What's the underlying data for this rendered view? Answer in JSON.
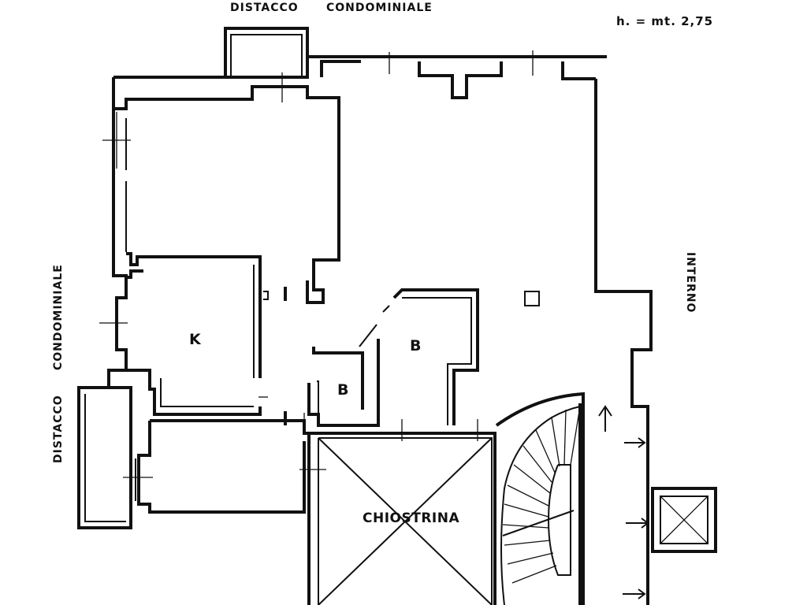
{
  "labels": {
    "top_distacco": "DISTACCO",
    "top_condominiale": "CONDOMINIALE",
    "height_note": "h. = mt. 2,75",
    "left_condominiale": "CONDOMINIALE",
    "left_distacco": "DISTACCO",
    "right_interno": "INTERNO",
    "room_kitchen": "K",
    "room_bath_1": "B",
    "room_bath_2": "B",
    "room_courtyard": "CHIOSTRINA"
  },
  "colors": {
    "ink": "#111111",
    "paper": "#ffffff"
  }
}
